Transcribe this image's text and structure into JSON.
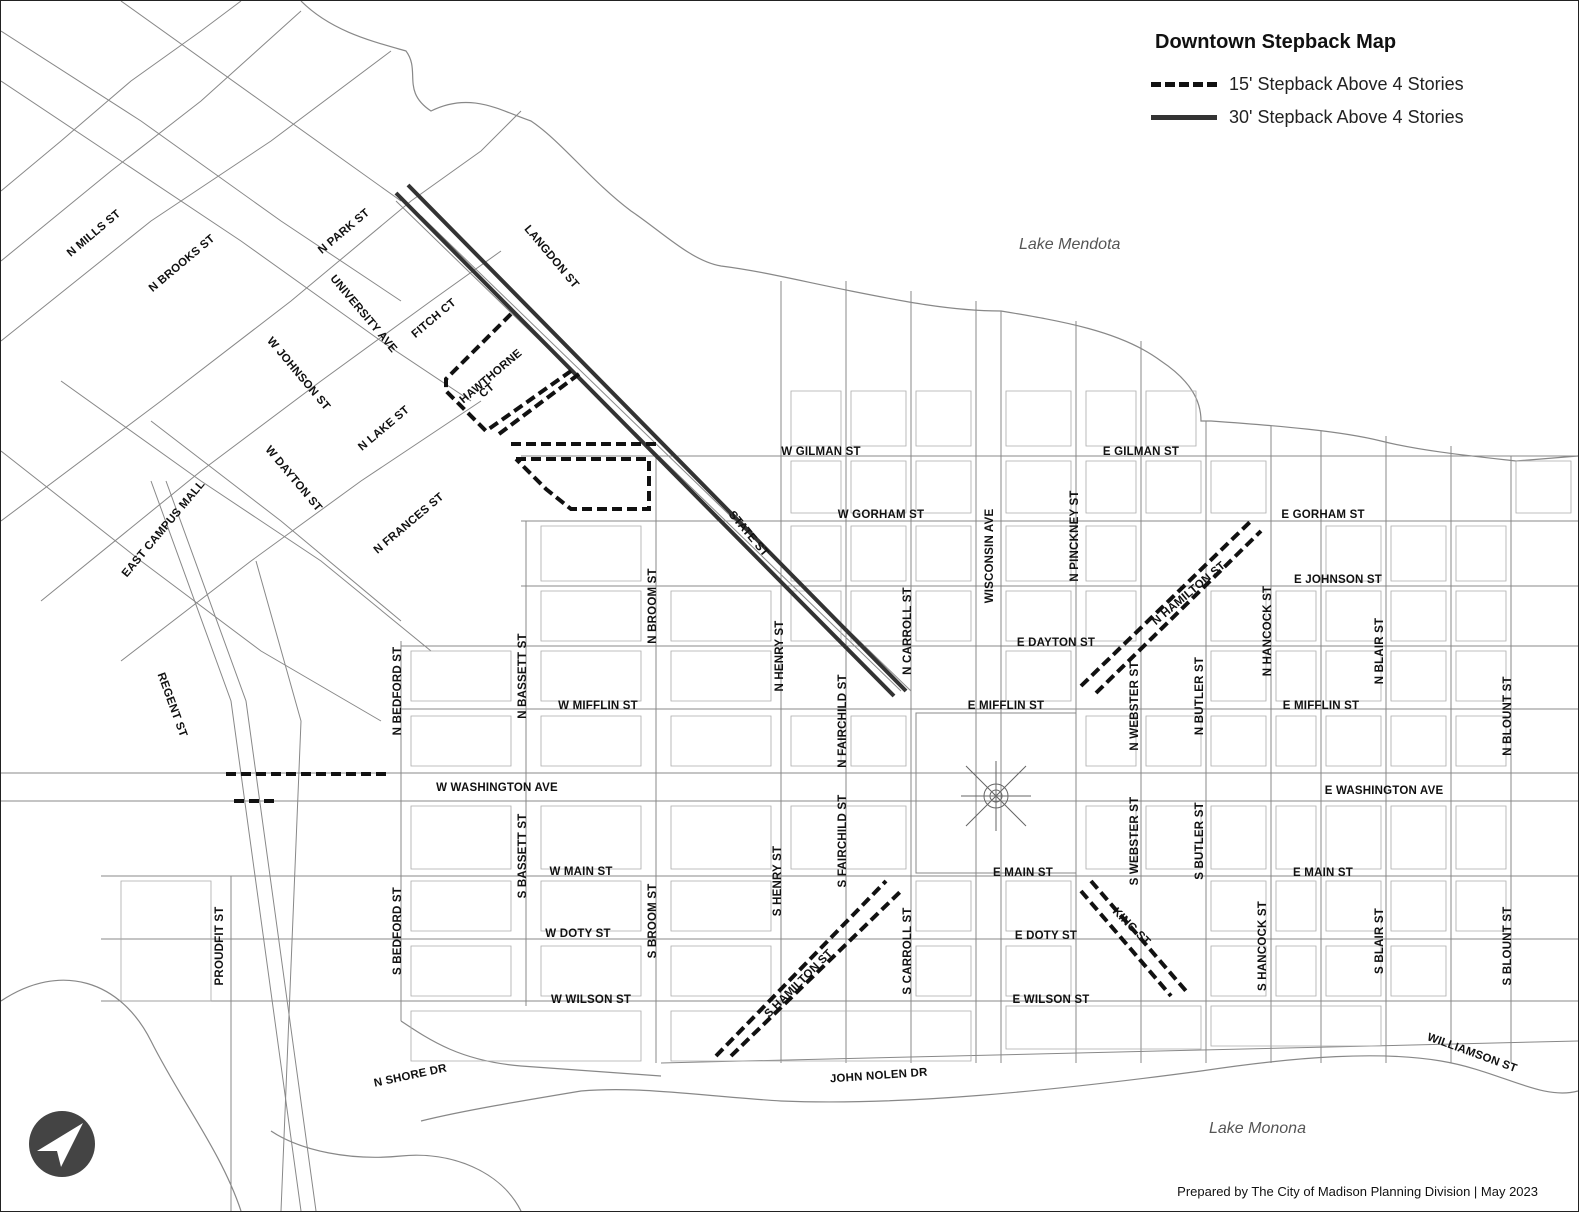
{
  "legend": {
    "title": "Downtown Stepback Map",
    "items": [
      {
        "label": "15' Stepback Above 4 Stories",
        "style": "dashed"
      },
      {
        "label": "30' Stepback Above 4 Stories",
        "style": "solid"
      }
    ]
  },
  "water": {
    "lake_mendota": "Lake Mendota",
    "lake_monona": "Lake Monona"
  },
  "credit": "Prepared by The City of Madison Planning Division | May 2023",
  "icons": {
    "north_arrow": "north-arrow-icon"
  },
  "colors": {
    "line": "#888888",
    "dashed": "#111111",
    "solid": "#333333"
  },
  "streets": [
    "N MILLS ST",
    "N BROOKS ST",
    "N PARK ST",
    "UNIVERSITY AVE",
    "FITCH CT",
    "LANGDON ST",
    "W JOHNSON ST",
    "HAWTHORNE",
    "CT",
    "W DAYTON ST",
    "N LAKE ST",
    "EAST CAMPUS MALL",
    "N FRANCES ST",
    "STATE ST",
    "W GILMAN ST",
    "E GILMAN ST",
    "W GORHAM ST",
    "E GORHAM ST",
    "WISCONSIN AVE",
    "N PINCKNEY ST",
    "E JOHNSON ST",
    "N HAMILTON ST",
    "N BROOM ST",
    "N HENRY ST",
    "N CARROLL ST",
    "E DAYTON ST",
    "N HANCOCK ST",
    "N BLAIR ST",
    "REGENT ST",
    "N BEDFORD ST",
    "N BASSETT ST",
    "W MIFFLIN ST",
    "N FAIRCHILD ST",
    "E MIFFLIN ST",
    "N WEBSTER ST",
    "N BUTLER ST",
    "E MIFFLIN ST",
    "N BLOUNT ST",
    "W WASHINGTON AVE",
    "E WASHINGTON AVE",
    "S BASSETT ST",
    "S FAIRCHILD ST",
    "W MAIN ST",
    "S HENRY ST",
    "E MAIN ST",
    "S WEBSTER ST",
    "S BUTLER ST",
    "E MAIN ST",
    "PROUDFIT ST",
    "S BEDFORD ST",
    "W DOTY ST",
    "S BROOM ST",
    "S HAMILTON ST",
    "S CARROLL ST",
    "E DOTY ST",
    "KING ST",
    "S HANCOCK ST",
    "S BLAIR ST",
    "S BLOUNT ST",
    "W WILSON ST",
    "E WILSON ST",
    "WILLIAMSON ST",
    "N SHORE DR",
    "JOHN NOLEN DR"
  ]
}
